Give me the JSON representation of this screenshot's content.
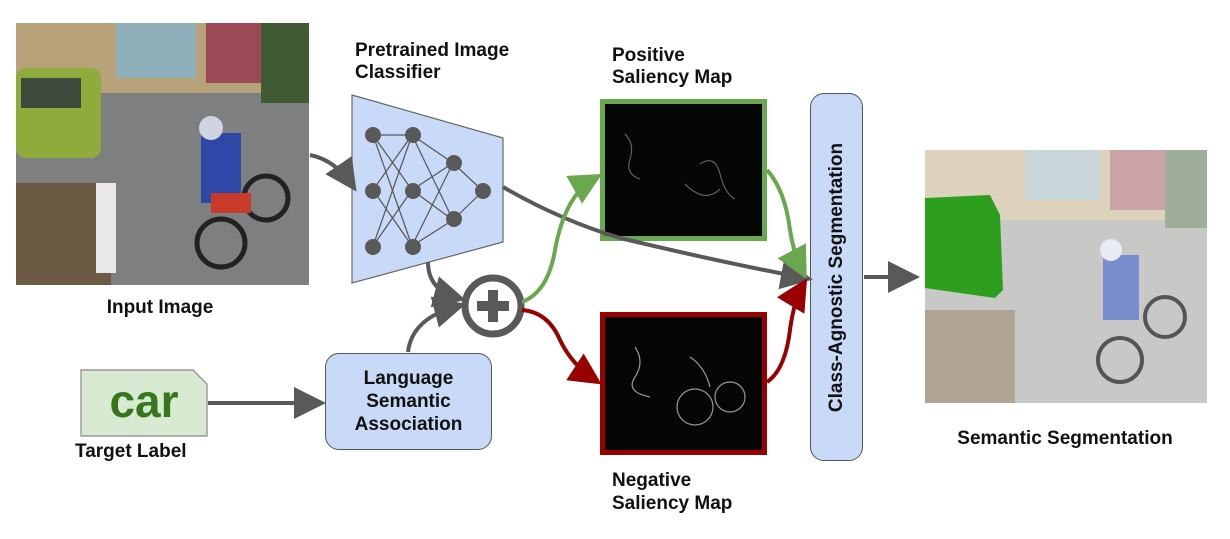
{
  "labels": {
    "input_image": "Input Image",
    "pretrained_classifier_line1": "Pretrained Image",
    "pretrained_classifier_line2": "Classifier",
    "positive_map_line1": "Positive",
    "positive_map_line2": "Saliency Map",
    "negative_map_line1": "Negative",
    "negative_map_line2": "Saliency Map",
    "class_agnostic": "Class-Agnostic Segmentation",
    "semantic_segmentation": "Semantic Segmentation",
    "target_word": "car",
    "target_label": "Target Label",
    "language_line1": "Language",
    "language_line2": "Semantic",
    "language_line3": "Association"
  },
  "colors": {
    "positive": "#6aa84f",
    "negative": "#990000",
    "arrow": "#595959",
    "box_fill": "#c9daf8",
    "tag_fill": "#d9ead3",
    "tag_text": "#38761d",
    "segment_highlight": "#2e9e1e"
  },
  "icons": {
    "combine": "plus-circle-icon",
    "classifier": "neural-network-icon"
  }
}
